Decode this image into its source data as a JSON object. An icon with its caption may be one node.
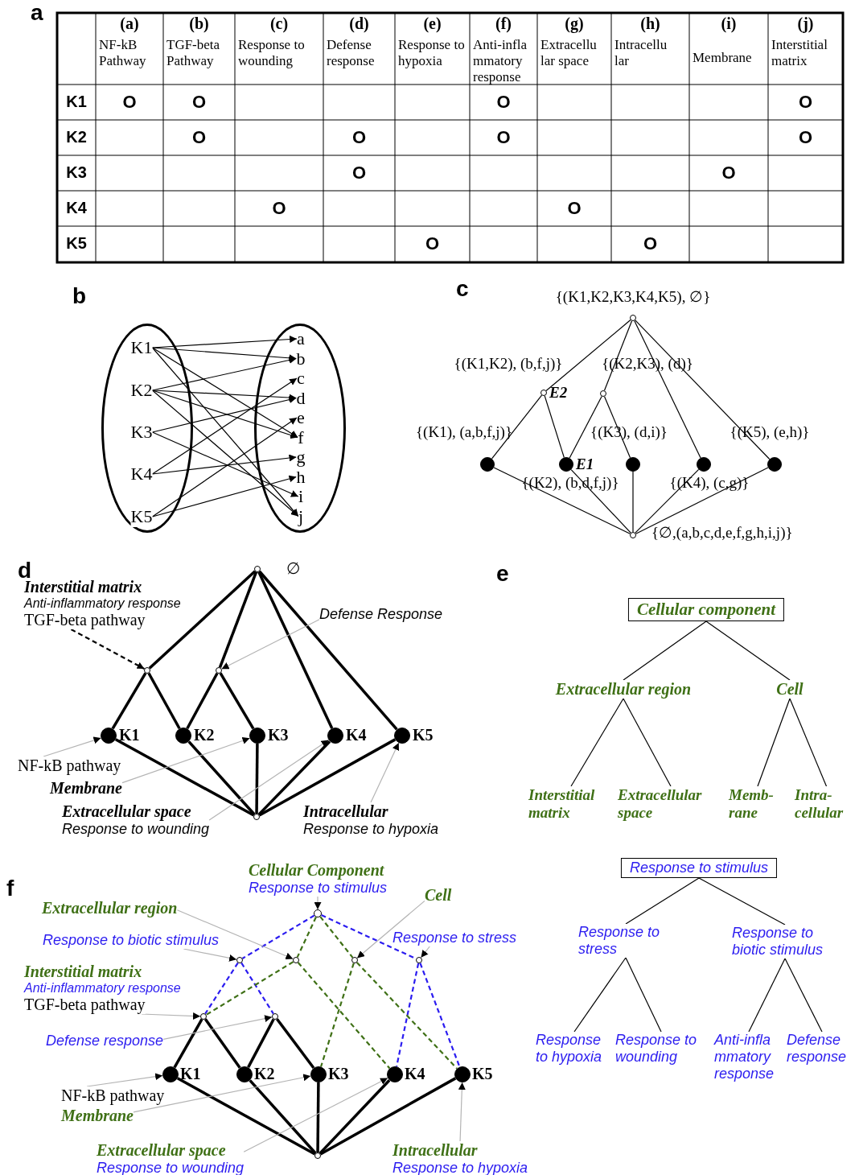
{
  "diagram": {
    "nodes": [
      {
        "text": [],
        "shape": "ellipse"
      },
      {
        "text": [],
        "shape": "ellipse"
      },
      {
        "text": [
          "K1"
        ],
        "in": 0
      },
      {
        "text": [
          "K2"
        ],
        "in": 0
      },
      {
        "text": [
          "K3"
        ],
        "in": 0
      },
      {
        "text": [
          "K4"
        ],
        "in": 0
      },
      {
        "text": [
          "K5"
        ],
        "in": 0
      },
      {
        "text": [
          "a"
        ],
        "in": 1
      },
      {
        "text": [
          "b"
        ],
        "in": 1
      },
      {
        "text": [
          "c"
        ],
        "in": 1
      },
      {
        "text": [
          "d"
        ],
        "in": 1
      },
      {
        "text": [
          "e"
        ],
        "in": 1
      },
      {
        "text": [
          "f"
        ],
        "in": 1
      },
      {
        "text": [
          "g"
        ],
        "in": 1
      },
      {
        "text": [
          "h"
        ],
        "in": 1
      },
      {
        "text": [
          "i"
        ],
        "in": 1
      },
      {
        "text": [
          "j"
        ],
        "in": 1
      },
      {
        "text": [],
        "shape": "circle",
        "beside": [
          "{(K1,K2,K3,K4,K5), ∅}"
        ]
      },
      {
        "text": [],
        "shape": "circle",
        "beside": [
          "{(K1,K2), (b,f,j)}",
          "E2"
        ]
      },
      {
        "text": [],
        "shape": "circle",
        "beside": [
          "{(K2,K3), (d)}"
        ]
      },
      {
        "text": [],
        "shape": "circle",
        "beside": [
          "{(K1), (a,b,f,j)}"
        ]
      },
      {
        "text": [],
        "shape": "circle",
        "beside": [
          "{(K2), (b,d,f,j)}",
          "E1"
        ]
      },
      {
        "text": [],
        "shape": "circle",
        "beside": [
          "{(K3), (d,i)}"
        ]
      },
      {
        "text": [],
        "shape": "circle",
        "beside": [
          "{(K4), (c,g)}"
        ]
      },
      {
        "text": [],
        "shape": "circle",
        "beside": [
          "{(K5), (e,h)}"
        ]
      },
      {
        "text": [],
        "shape": "circle",
        "beside": [
          "{∅,(a,b,c,d,e,f,g,h,i,j)}"
        ]
      },
      {
        "text": [],
        "shape": "circle",
        "beside": [
          "∅"
        ]
      },
      {
        "text": [],
        "shape": "circle"
      },
      {
        "text": [],
        "shape": "circle"
      },
      {
        "text": [],
        "shape": "circle",
        "beside": [
          "K1"
        ]
      },
      {
        "text": [],
        "shape": "circle",
        "beside": [
          "K2"
        ]
      },
      {
        "text": [],
        "shape": "circle",
        "beside": [
          "K3"
        ]
      },
      {
        "text": [],
        "shape": "circle",
        "beside": [
          "K4"
        ]
      },
      {
        "text": [],
        "shape": "circle",
        "beside": [
          "K5"
        ]
      },
      {
        "text": [],
        "shape": "circle"
      },
      {
        "text": [
          "Interstitial matrix",
          "Anti-inflammatory response",
          "TGF-beta pathway"
        ]
      },
      {
        "text": [
          "Defense Response"
        ]
      },
      {
        "text": [
          "NF-kB pathway"
        ]
      },
      {
        "text": [
          "Membrane"
        ]
      },
      {
        "text": [
          "Extracellular space",
          "Response to wounding"
        ]
      },
      {
        "text": [
          "Intracellular",
          "Response to hypoxia"
        ]
      },
      {
        "text": [
          "Cellular component"
        ]
      },
      {
        "text": [
          "Extracellular region"
        ]
      },
      {
        "text": [
          "Cell"
        ]
      },
      {
        "text": [
          "Interstitial matrix"
        ]
      },
      {
        "text": [
          "Extracellular space"
        ]
      },
      {
        "text": [
          "Memb- rane"
        ]
      },
      {
        "text": [
          "Intra- cellular"
        ]
      },
      {
        "text": [],
        "shape": "circle"
      },
      {
        "text": [],
        "shape": "circle"
      },
      {
        "text": [],
        "shape": "circle"
      },
      {
        "text": [],
        "shape": "circle"
      },
      {
        "text": [],
        "shape": "circle"
      },
      {
        "text": [],
        "shape": "circle"
      },
      {
        "text": [],
        "shape": "circle"
      },
      {
        "text": [],
        "shape": "circle",
        "beside": [
          "K1"
        ]
      },
      {
        "text": [],
        "shape": "circle",
        "beside": [
          "K2"
        ]
      },
      {
        "text": [],
        "shape": "circle",
        "beside": [
          "K3"
        ]
      },
      {
        "text": [],
        "shape": "circle",
        "beside": [
          "K4"
        ]
      },
      {
        "text": [],
        "shape": "circle",
        "beside": [
          "K5"
        ]
      },
      {
        "text": [],
        "shape": "circle"
      },
      {
        "text": [
          "Cellular Component",
          "Response to stimulus"
        ]
      },
      {
        "text": [
          "Extracellular region"
        ]
      },
      {
        "text": [
          "Response to biotic stimulus"
        ]
      },
      {
        "text": [
          "Cell"
        ]
      },
      {
        "text": [
          "Response to stress"
        ]
      },
      {
        "text": [
          "Interstitial matrix",
          "Anti-inflammatory response",
          "TGF-beta pathway"
        ]
      },
      {
        "text": [
          "Defense response"
        ]
      },
      {
        "text": [
          "NF-kB pathway"
        ]
      },
      {
        "text": [
          "Membrane"
        ]
      },
      {
        "text": [
          "Extracellular space",
          "Response to wounding"
        ]
      },
      {
        "text": [
          "Intracellular",
          "Response to hypoxia"
        ]
      },
      {
        "text": [
          "Response to stimulus"
        ]
      },
      {
        "text": [
          "Response to stress"
        ]
      },
      {
        "text": [
          "Response to biotic stimulus"
        ]
      },
      {
        "text": [
          "Response to hypoxia"
        ]
      },
      {
        "text": [
          "Response to wounding"
        ]
      },
      {
        "text": [
          "Anti-infla mmatory response"
        ]
      },
      {
        "text": [
          "Defense response"
        ]
      }
    ],
    "edges": [
      {
        "from": 2,
        "to": 7,
        "arrow": "to"
      },
      {
        "from": 2,
        "to": 8,
        "arrow": "to"
      },
      {
        "from": 2,
        "to": 12,
        "arrow": "to"
      },
      {
        "from": 2,
        "to": 16,
        "arrow": "to"
      },
      {
        "from": 3,
        "to": 8,
        "arrow": "to"
      },
      {
        "from": 3,
        "to": 10,
        "arrow": "to"
      },
      {
        "from": 3,
        "to": 12,
        "arrow": "to"
      },
      {
        "from": 3,
        "to": 16,
        "arrow": "to"
      },
      {
        "from": 4,
        "to": 10,
        "arrow": "to"
      },
      {
        "from": 4,
        "to": 15,
        "arrow": "to"
      },
      {
        "from": 5,
        "to": 9,
        "arrow": "to"
      },
      {
        "from": 5,
        "to": 13,
        "arrow": "to"
      },
      {
        "from": 6,
        "to": 11,
        "arrow": "to"
      },
      {
        "from": 6,
        "to": 14,
        "arrow": "to"
      },
      {
        "from": 17,
        "to": 18,
        "arrow": "none"
      },
      {
        "from": 17,
        "to": 19,
        "arrow": "none"
      },
      {
        "from": 17,
        "to": 23,
        "arrow": "none"
      },
      {
        "from": 17,
        "to": 24,
        "arrow": "none"
      },
      {
        "from": 18,
        "to": 20,
        "arrow": "none"
      },
      {
        "from": 18,
        "to": 21,
        "arrow": "none"
      },
      {
        "from": 19,
        "to": 21,
        "arrow": "none"
      },
      {
        "from": 19,
        "to": 22,
        "arrow": "none"
      },
      {
        "from": 20,
        "to": 25,
        "arrow": "none"
      },
      {
        "from": 21,
        "to": 25,
        "arrow": "none"
      },
      {
        "from": 22,
        "to": 25,
        "arrow": "none"
      },
      {
        "from": 23,
        "to": 25,
        "arrow": "none"
      },
      {
        "from": 24,
        "to": 25,
        "arrow": "none"
      },
      {
        "from": 26,
        "to": 27,
        "arrow": "none",
        "style": "thick"
      },
      {
        "from": 26,
        "to": 28,
        "arrow": "none",
        "style": "thick"
      },
      {
        "from": 26,
        "to": 32,
        "arrow": "none",
        "style": "thick"
      },
      {
        "from": 26,
        "to": 33,
        "arrow": "none",
        "style": "thick"
      },
      {
        "from": 27,
        "to": 29,
        "arrow": "none",
        "style": "thick"
      },
      {
        "from": 27,
        "to": 30,
        "arrow": "none",
        "style": "thick"
      },
      {
        "from": 28,
        "to": 30,
        "arrow": "none",
        "style": "thick"
      },
      {
        "from": 28,
        "to": 31,
        "arrow": "none",
        "style": "thick"
      },
      {
        "from": 29,
        "to": 34,
        "arrow": "none",
        "style": "thick"
      },
      {
        "from": 30,
        "to": 34,
        "arrow": "none",
        "style": "thick"
      },
      {
        "from": 31,
        "to": 34,
        "arrow": "none",
        "style": "thick"
      },
      {
        "from": 32,
        "to": 34,
        "arrow": "none",
        "style": "thick"
      },
      {
        "from": 33,
        "to": 34,
        "arrow": "none",
        "style": "thick"
      },
      {
        "from": 35,
        "to": 27,
        "arrow": "to",
        "style": "dashed"
      },
      {
        "from": 36,
        "to": 28,
        "arrow": "to",
        "color": "#b4b4b4"
      },
      {
        "from": 37,
        "to": 29,
        "arrow": "to",
        "color": "#b4b4b4"
      },
      {
        "from": 38,
        "to": 31,
        "arrow": "to",
        "color": "#b4b4b4"
      },
      {
        "from": 39,
        "to": 32,
        "arrow": "to",
        "color": "#b4b4b4"
      },
      {
        "from": 40,
        "to": 33,
        "arrow": "to",
        "color": "#b4b4b4"
      },
      {
        "from": 41,
        "to": 42,
        "arrow": "none"
      },
      {
        "from": 41,
        "to": 43,
        "arrow": "none"
      },
      {
        "from": 42,
        "to": 44,
        "arrow": "none"
      },
      {
        "from": 42,
        "to": 45,
        "arrow": "none"
      },
      {
        "from": 43,
        "to": 46,
        "arrow": "none"
      },
      {
        "from": 43,
        "to": 47,
        "arrow": "none"
      },
      {
        "from": 48,
        "to": 49,
        "arrow": "none",
        "style": "dashed",
        "color": "#2b1cf0"
      },
      {
        "from": 48,
        "to": 52,
        "arrow": "none",
        "style": "dashed",
        "color": "#2b1cf0"
      },
      {
        "from": 49,
        "to": 53,
        "arrow": "none",
        "style": "dashed",
        "color": "#2b1cf0"
      },
      {
        "from": 49,
        "to": 54,
        "arrow": "none",
        "style": "dashed",
        "color": "#2b1cf0"
      },
      {
        "from": 52,
        "to": 58,
        "arrow": "none",
        "style": "dashed",
        "color": "#2b1cf0"
      },
      {
        "from": 52,
        "to": 59,
        "arrow": "none",
        "style": "dashed",
        "color": "#2b1cf0"
      },
      {
        "from": 48,
        "to": 50,
        "arrow": "none",
        "style": "dashed",
        "color": "#3f7016"
      },
      {
        "from": 48,
        "to": 51,
        "arrow": "none",
        "style": "dashed",
        "color": "#3f7016"
      },
      {
        "from": 50,
        "to": 53,
        "arrow": "none",
        "style": "dashed",
        "color": "#3f7016"
      },
      {
        "from": 50,
        "to": 58,
        "arrow": "none",
        "style": "dashed",
        "color": "#3f7016"
      },
      {
        "from": 51,
        "to": 57,
        "arrow": "none",
        "style": "dashed",
        "color": "#3f7016"
      },
      {
        "from": 51,
        "to": 59,
        "arrow": "none",
        "style": "dashed",
        "color": "#3f7016"
      },
      {
        "from": 53,
        "to": 55,
        "arrow": "none",
        "style": "thick"
      },
      {
        "from": 53,
        "to": 56,
        "arrow": "none",
        "style": "thick"
      },
      {
        "from": 54,
        "to": 56,
        "arrow": "none",
        "style": "thick"
      },
      {
        "from": 54,
        "to": 57,
        "arrow": "none",
        "style": "thick"
      },
      {
        "from": 55,
        "to": 60,
        "arrow": "none",
        "style": "thick"
      },
      {
        "from": 56,
        "to": 60,
        "arrow": "none",
        "style": "thick"
      },
      {
        "from": 57,
        "to": 60,
        "arrow": "none",
        "style": "thick"
      },
      {
        "from": 58,
        "to": 60,
        "arrow": "none",
        "style": "thick"
      },
      {
        "from": 59,
        "to": 60,
        "arrow": "none",
        "style": "thick"
      },
      {
        "from": 61,
        "to": 48,
        "arrow": "to",
        "color": "#b4b4b4"
      },
      {
        "from": 62,
        "to": 50,
        "arrow": "to",
        "color": "#b4b4b4"
      },
      {
        "from": 63,
        "to": 49,
        "arrow": "to",
        "color": "#b4b4b4"
      },
      {
        "from": 64,
        "to": 51,
        "arrow": "to",
        "color": "#b4b4b4"
      },
      {
        "from": 65,
        "to": 52,
        "arrow": "to",
        "color": "#b4b4b4"
      },
      {
        "from": 66,
        "to": 53,
        "arrow": "to",
        "color": "#b4b4b4"
      },
      {
        "from": 67,
        "to": 54,
        "arrow": "to",
        "color": "#b4b4b4"
      },
      {
        "from": 68,
        "to": 55,
        "arrow": "to",
        "color": "#b4b4b4"
      },
      {
        "from": 69,
        "to": 57,
        "arrow": "to",
        "color": "#b4b4b4"
      },
      {
        "from": 70,
        "to": 58,
        "arrow": "to",
        "color": "#b4b4b4"
      },
      {
        "from": 71,
        "to": 59,
        "arrow": "to",
        "color": "#b4b4b4"
      },
      {
        "from": 72,
        "to": 73,
        "arrow": "none"
      },
      {
        "from": 72,
        "to": 74,
        "arrow": "none"
      },
      {
        "from": 73,
        "to": 75,
        "arrow": "none"
      },
      {
        "from": 73,
        "to": 76,
        "arrow": "none"
      },
      {
        "from": 74,
        "to": 77,
        "arrow": "none"
      },
      {
        "from": 74,
        "to": 78,
        "arrow": "none"
      }
    ],
    "labels": [
      "a",
      "(a)",
      "NF-kB Pathway",
      "(b)",
      "TGF-beta Pathway",
      "(c)",
      "Response to wounding",
      "(d)",
      "Defense response",
      "(e)",
      "Response to hypoxia",
      "(f)",
      "Anti-infla mmatory response",
      "(g)",
      "Extracellu lar space",
      "(h)",
      "Intracellu lar",
      "(i)",
      "Membrane",
      "(j)",
      "Interstitial matrix",
      "K1",
      "O",
      "O",
      "O",
      "O",
      "K2",
      "O",
      "O",
      "O",
      "O",
      "K3",
      "O",
      "O",
      "K4",
      "O",
      "O",
      "K5",
      "O",
      "O",
      "b",
      "c",
      "d",
      "e",
      "f"
    ]
  }
}
